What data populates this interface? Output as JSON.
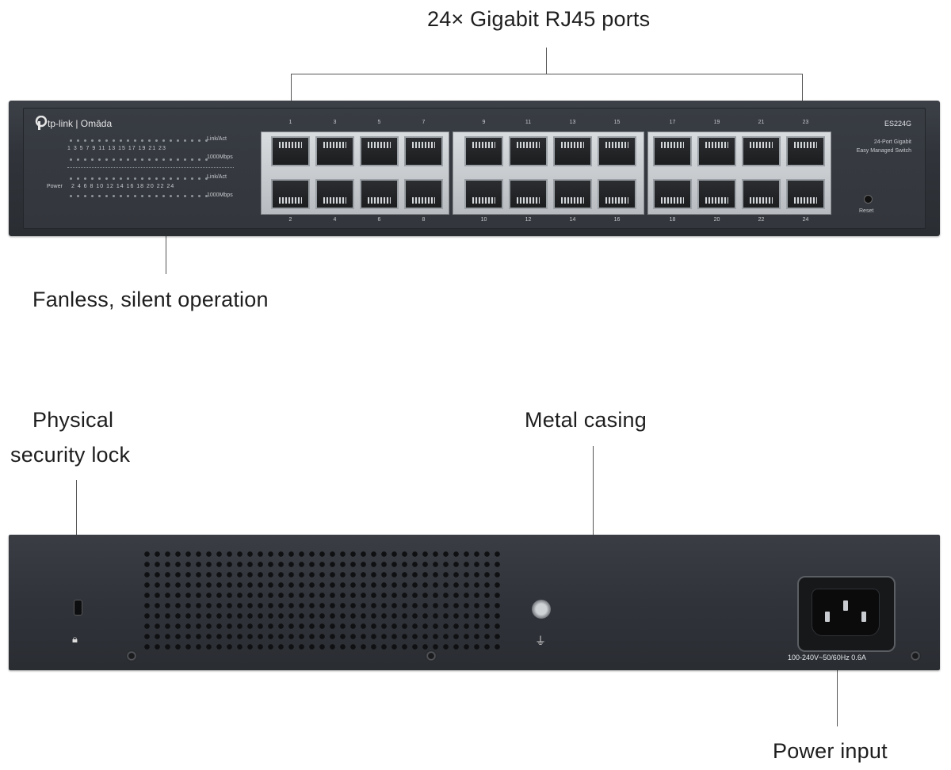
{
  "callouts": {
    "ports": "24× Gigabit RJ45 ports",
    "fanless": "Fanless, silent operation",
    "lock_line1": "Physical",
    "lock_line2": "security lock",
    "metal": "Metal casing",
    "power": "Power input"
  },
  "front_panel": {
    "brand": "tp-link | Omāda",
    "led_top_numbers": "1 3 5 7 9 11 13 15 17 19 21 23",
    "led_bottom_numbers": "2 4 6 8 10 12 14 16 18 20 22 24",
    "power_label": "Power",
    "link_act_1": "Link/Act",
    "speed_1": "1000Mbps",
    "link_act_2": "Link/Act",
    "speed_2": "1000Mbps",
    "model": "ES224G",
    "subtitle_line1": "24-Port Gigabit",
    "subtitle_line2": "Easy Managed Switch",
    "reset_label": "Reset",
    "ports_top": [
      "1",
      "3",
      "5",
      "7",
      "9",
      "11",
      "13",
      "15",
      "17",
      "19",
      "21",
      "23"
    ],
    "ports_bottom": [
      "2",
      "4",
      "6",
      "8",
      "10",
      "12",
      "14",
      "16",
      "18",
      "20",
      "22",
      "24"
    ]
  },
  "rear_panel": {
    "rating": "100-240V~50/60Hz 0.6A",
    "lock_icon": "lock-icon",
    "ground_icon": "ground-icon"
  },
  "colors": {
    "chassis": "#33363c",
    "port_block": "#c8ccd0",
    "callout_line": "#555555"
  }
}
